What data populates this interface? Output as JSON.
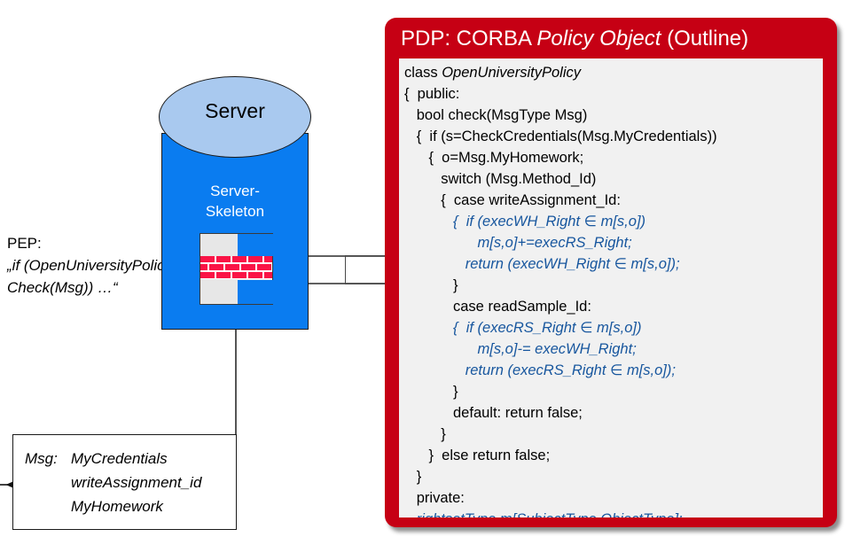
{
  "diagram": {
    "pep": {
      "title": "PEP:",
      "line2": "„if (OpenUniversityPolicy.",
      "line3": "Check(Msg)) …“"
    },
    "server": {
      "label": "Server",
      "skeleton_line1": "Server-",
      "skeleton_line2": "Skeleton",
      "body_color": "#0a7cf0",
      "top_color": "#a9c9ef",
      "firewall_color": "#fa1446"
    },
    "msg_box": {
      "key": "Msg:",
      "values": [
        "MyCredentials",
        "writeAssignment_id",
        "MyHomework"
      ]
    }
  },
  "pdp": {
    "panel_color": "#c60014",
    "code_bg": "#f1f1f1",
    "keyword_color": "#17569e",
    "title": {
      "prefix": "PDP: CORBA ",
      "italic": "Policy Object",
      "suffix": " (Outline)"
    },
    "code": [
      {
        "text": "class ",
        "italic": "OpenUniversityPolicy",
        "blue": false
      },
      {
        "text": "{  public:",
        "blue": false
      },
      {
        "text": "   bool check(MsgType Msg)",
        "blue": false
      },
      {
        "text": "   {  if (s=CheckCredentials(Msg.MyCredentials))",
        "blue": false
      },
      {
        "text": "      {  o=Msg.MyHomework;",
        "blue": false
      },
      {
        "text": "         switch (Msg.Method_Id)",
        "blue": false
      },
      {
        "text": "         {  case writeAssignment_Id:",
        "blue": false
      },
      {
        "text": "            {  if (execWH_Right ∈ m[s,o])",
        "blue": true
      },
      {
        "text": "                  m[s,o]+=execRS_Right;",
        "blue": true
      },
      {
        "text": "               return (execWH_Right ∈ m[s,o]);",
        "blue": true
      },
      {
        "text": "            }",
        "blue": false
      },
      {
        "text": "            case readSample_Id:",
        "blue": false
      },
      {
        "text": "            {  if (execRS_Right ∈ m[s,o])",
        "blue": true
      },
      {
        "text": "                  m[s,o]-= execWH_Right;",
        "blue": true
      },
      {
        "text": "               return (execRS_Right ∈ m[s,o]);",
        "blue": true
      },
      {
        "text": "            }",
        "blue": false
      },
      {
        "text": "            default: return false;",
        "blue": false
      },
      {
        "text": "         }",
        "blue": false
      },
      {
        "text": "      }  else return false;",
        "blue": false
      },
      {
        "text": "   }",
        "blue": false
      },
      {
        "text": "   private:",
        "blue": false
      },
      {
        "text": "   rightsetType m[SubjectType,ObjectType];",
        "blue": true
      },
      {
        "text": "}",
        "blue": false
      }
    ]
  }
}
